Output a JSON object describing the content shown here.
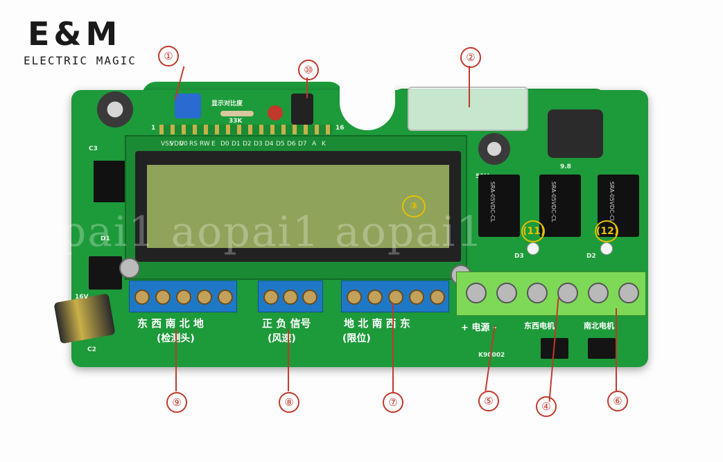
{
  "logo": {
    "mark": "E&M",
    "text": "ELECTRIC MAGIC"
  },
  "board": {
    "contrast_label": "显示对比度",
    "resistor_label": "33K",
    "pin_start": "1",
    "pin_end": "16",
    "pin_names": [
      "VSS",
      "VDD",
      "V0",
      "RS",
      "RW",
      "E",
      "D0",
      "D1",
      "D2",
      "D3",
      "D4",
      "D5",
      "D6",
      "D7",
      "A",
      "K"
    ],
    "relay_text": "SRA-05VDC-CL",
    "relay_label_1": "D3",
    "relay_label_2": "D2",
    "inductor_label": "9.8",
    "cap_label_c3": "C3",
    "cap_label_c2": "C2",
    "cap_label_16v": "16V",
    "cap_label_51v": "51V",
    "d1_label": "D1",
    "model": "K90002"
  },
  "labels": {
    "group9": "东 西 南 北 地",
    "group9_sub": "(检测头)",
    "group8": "正 负 信号",
    "group8_sub": "(风速)",
    "group7": "地 北 南 西 东",
    "group7_sub": "(限位)",
    "power": "+ 电源 -",
    "ew_motor": "东西电机",
    "ns_motor": "南北电机"
  },
  "callouts": [
    "①",
    "②",
    "③",
    "④",
    "⑤",
    "⑥",
    "⑦",
    "⑧",
    "⑨",
    "⑩",
    "(11)",
    "(12)"
  ],
  "watermark": "aopai1  aopai1  aopai1"
}
